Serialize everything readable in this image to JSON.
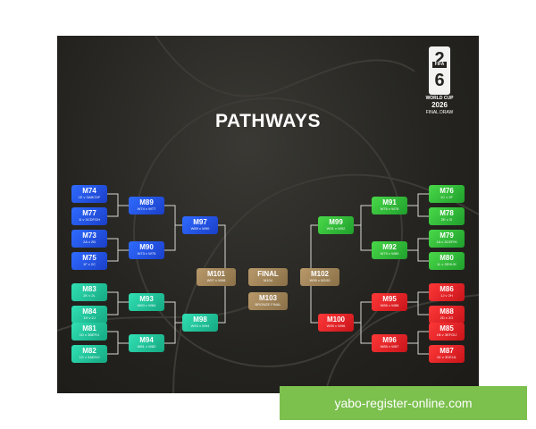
{
  "title": "PATHWAYS",
  "logo": {
    "digit_top": "2",
    "digit_bottom": "6",
    "fifa": "FIFA",
    "line1": "WORLD CUP",
    "line2": "2026",
    "line3": "FINAL DRAW"
  },
  "banner": "yabo-register-online.com",
  "colors": {
    "blue": "#2f6bff",
    "teal": "#31e0b4",
    "green": "#49d849",
    "red": "#ff3838",
    "gold": "#b8996a",
    "background": "#24231f"
  },
  "bracket": {
    "m74": {
      "label": "M74",
      "sub": "1E v 3ABCDF"
    },
    "m77": {
      "label": "M77",
      "sub": "1I v 3CDFGH"
    },
    "m73": {
      "label": "M73",
      "sub": "2A v 2B"
    },
    "m75": {
      "label": "M75",
      "sub": "1F v 2C"
    },
    "m83": {
      "label": "M83",
      "sub": "2K v 2L"
    },
    "m84": {
      "label": "M84",
      "sub": "1H v 2J"
    },
    "m81": {
      "label": "M81",
      "sub": "1D v 3BEFIJ"
    },
    "m82": {
      "label": "M82",
      "sub": "1G v 3AEHIJ"
    },
    "m89": {
      "label": "M89",
      "sub": "W74 v W77"
    },
    "m90": {
      "label": "M90",
      "sub": "W73 v W75"
    },
    "m93": {
      "label": "M93",
      "sub": "W83 v W84"
    },
    "m94": {
      "label": "M94",
      "sub": "W81 v W82"
    },
    "m97": {
      "label": "M97",
      "sub": "W89 v W90"
    },
    "m98": {
      "label": "M98",
      "sub": "W93 v W94"
    },
    "m101": {
      "label": "M101",
      "sub": "W97 v W98"
    },
    "final": {
      "label": "FINAL",
      "sub": "M104"
    },
    "m103": {
      "label": "M103",
      "sub": "BRONZE FINAL"
    },
    "m102": {
      "label": "M102",
      "sub": "W99 v W100"
    },
    "m99": {
      "label": "M99",
      "sub": "W91 v W92"
    },
    "m100": {
      "label": "M100",
      "sub": "W95 v W96"
    },
    "m91": {
      "label": "M91",
      "sub": "W76 v W78"
    },
    "m92": {
      "label": "M92",
      "sub": "W79 v W80"
    },
    "m95": {
      "label": "M95",
      "sub": "W86 v W88"
    },
    "m96": {
      "label": "M96",
      "sub": "W85 v W87"
    },
    "m76": {
      "label": "M76",
      "sub": "1C v 2F"
    },
    "m78": {
      "label": "M78",
      "sub": "2E v 2I"
    },
    "m79": {
      "label": "M79",
      "sub": "1A v 3CEFHI"
    },
    "m80": {
      "label": "M80",
      "sub": "1L v 3EHIJK"
    },
    "m86": {
      "label": "M86",
      "sub": "1J v 2H"
    },
    "m88": {
      "label": "M88",
      "sub": "2D v 2G"
    },
    "m85": {
      "label": "M85",
      "sub": "1B v 3EFGIJ"
    },
    "m87": {
      "label": "M87",
      "sub": "1K v 3DEIJL"
    }
  }
}
